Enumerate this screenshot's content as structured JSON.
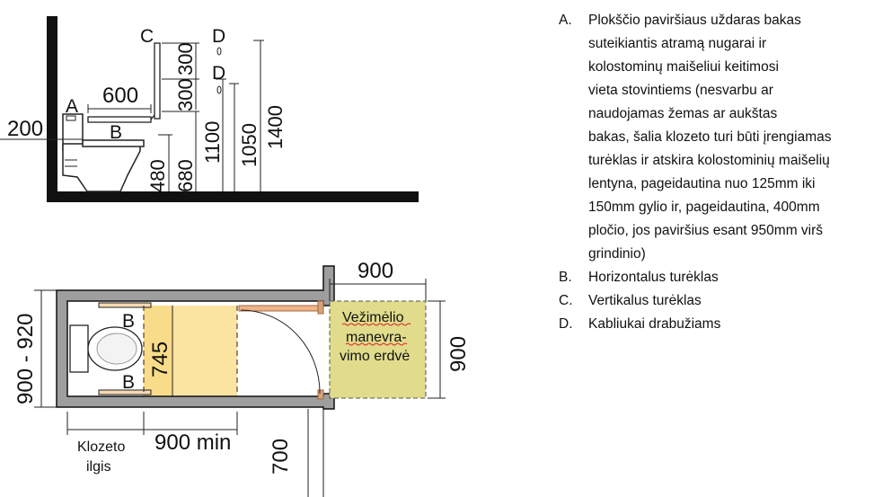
{
  "top_view": {
    "letters": {
      "a": "A",
      "b": "B",
      "c": "C",
      "d1": "D",
      "d2": "D"
    },
    "dims": {
      "d200": "200",
      "d600": "600",
      "d300a": "300",
      "d300b": "300",
      "d480": "480",
      "d680": "680",
      "d1100": "1100",
      "d1050": "1050",
      "d1400": "1400"
    }
  },
  "plan_view": {
    "letters": {
      "b1": "B",
      "b2": "B"
    },
    "dims": {
      "d900_920": "900 - 920",
      "d745": "745",
      "d900_top": "900",
      "d900_right": "900",
      "d900min": "900 min",
      "d700": "700"
    },
    "maneuver_lines": [
      "Vežimėlio",
      "manevra-",
      "vimo erdvė"
    ],
    "toilet_length_lines": [
      "Klozeto",
      "ilgis"
    ]
  },
  "legend": [
    {
      "letter": "A.",
      "lines": [
        "Plokščio paviršiaus uždaras bakas",
        "suteikiantis atramą nugarai ir",
        "kolostominų maišeliui keitimosi",
        "vieta stovintiems (nesvarbu ar",
        "naudojamas žemas ar aukštas",
        "bakas, šalia klozeto turi būti įrengiamas",
        "turėklas ir atskira kolostominių maišelių",
        "lentyna, pageidautina nuo 125mm iki",
        "150mm gylio ir, pageidautina, 400mm",
        "pločio, jos paviršius esant 950mm virš",
        "grindinio)"
      ]
    },
    {
      "letter": "B.",
      "lines": [
        "Horizontalus turėklas"
      ]
    },
    {
      "letter": "C.",
      "lines": [
        "Vertikalus turėklas"
      ]
    },
    {
      "letter": "D.",
      "lines": [
        "Kabliukai drabužiams"
      ]
    }
  ],
  "colors": {
    "wall_gray": "#9e9e9e",
    "maneuver_fill": "#e0dc8c",
    "toilet_zone_fill": "#fbe3a0",
    "rail_fill": "#f7d9b3",
    "door_stop": "#d9a37a"
  }
}
